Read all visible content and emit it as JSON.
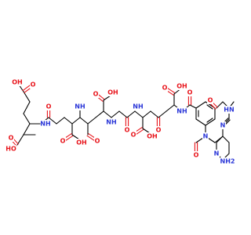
{
  "figure": {
    "colors": {
      "background": "#ffffff",
      "bond": "#000000",
      "oxygen": "#e8141b",
      "nitrogen": "#2a36d8"
    }
  },
  "labels": {
    "oh": "OH",
    "ho": "HO",
    "o": "O",
    "nh": "NH",
    "hn": "HN",
    "n": "N",
    "nh2": "NH2",
    "h": "H"
  }
}
